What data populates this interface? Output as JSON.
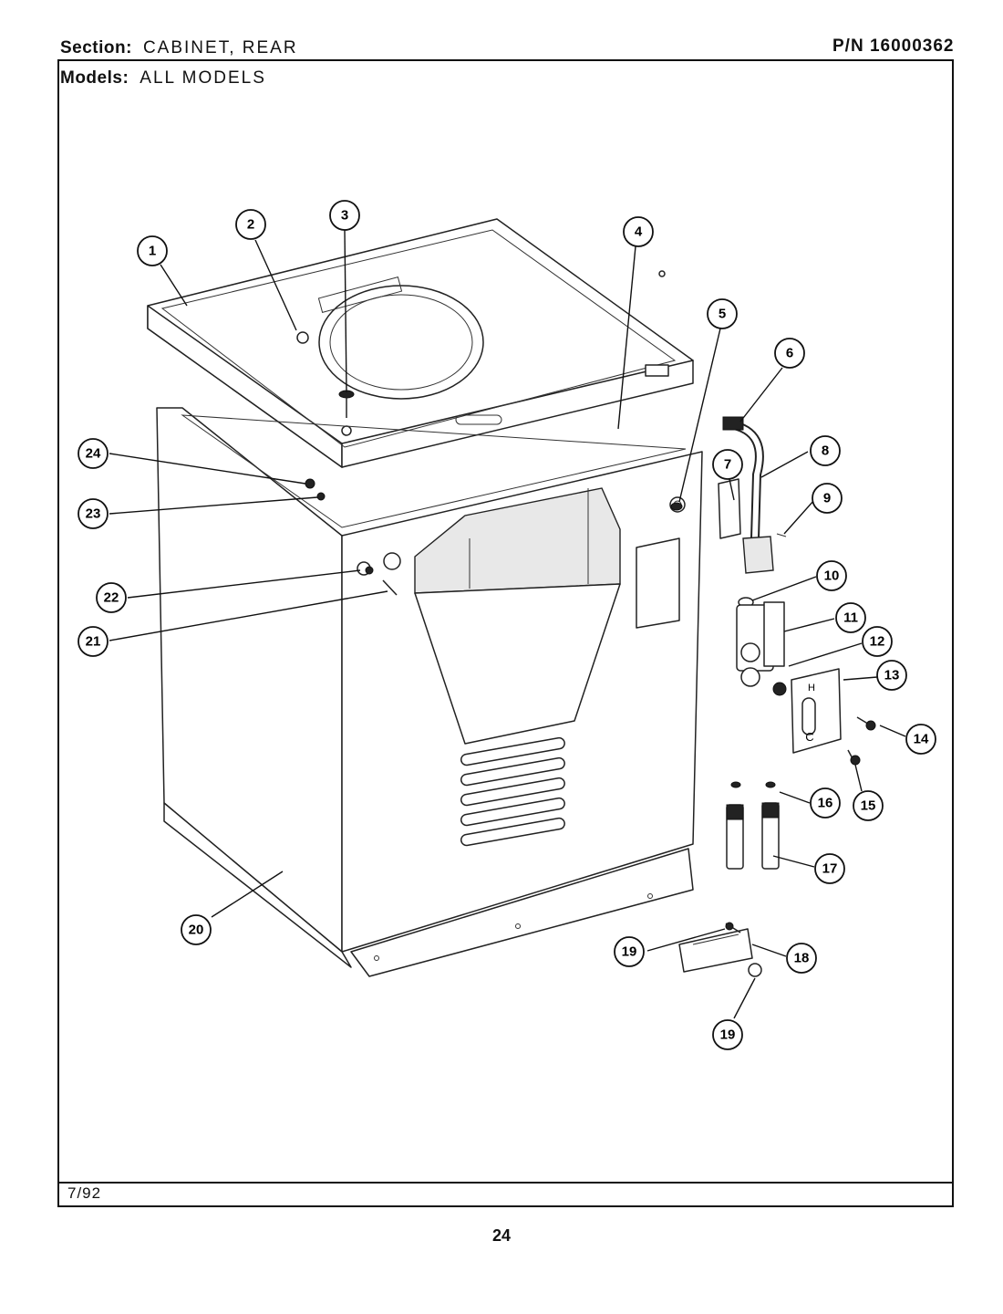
{
  "header": {
    "section_label": "Section:",
    "section_value": "CABINET, REAR",
    "models_label": "Models:",
    "models_value": "ALL MODELS",
    "part_number": "P/N 16000362"
  },
  "footer": {
    "date": "7/92",
    "page_number": "24"
  },
  "callouts": {
    "c1": "1",
    "c2": "2",
    "c3": "3",
    "c4": "4",
    "c5": "5",
    "c6": "6",
    "c7": "7",
    "c8": "8",
    "c9": "9",
    "c10": "10",
    "c11": "11",
    "c12": "12",
    "c13": "13",
    "c14": "14",
    "c15": "15",
    "c16": "16",
    "c17": "17",
    "c18": "18",
    "c19a": "19",
    "c19b": "19",
    "c20": "20",
    "c21": "21",
    "c22": "22",
    "c23": "23",
    "c24": "24"
  },
  "bracket_labels": {
    "hot": "H",
    "cold": "C"
  }
}
